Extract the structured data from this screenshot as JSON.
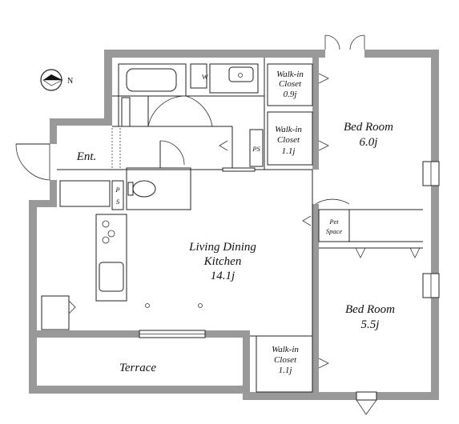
{
  "compass": {
    "label": "N"
  },
  "rooms": {
    "bed1": {
      "name": "Bed Room",
      "size": "6.0j"
    },
    "bed2": {
      "name": "Bed Room",
      "size": "5.5j"
    },
    "ldk": {
      "line1": "Living Dining",
      "line2": "Kitchen",
      "size": "14.1j"
    },
    "entrance": {
      "name": "Ent."
    },
    "terrace": {
      "name": "Terrace"
    },
    "wic1": {
      "line1": "Walk-in",
      "line2": "Closet",
      "size": "0.9j"
    },
    "wic2": {
      "line1": "Walk-in",
      "line2": "Closet",
      "size": "1.1j"
    },
    "wic3": {
      "line1": "Walk-in",
      "line2": "Closet",
      "size": "1.1j"
    },
    "pet": {
      "line1": "Pet",
      "line2": "Space"
    },
    "ps1": {
      "label": "PS"
    },
    "ps2": {
      "p": "P",
      "s": "S"
    },
    "washer": {
      "label": "W"
    }
  }
}
